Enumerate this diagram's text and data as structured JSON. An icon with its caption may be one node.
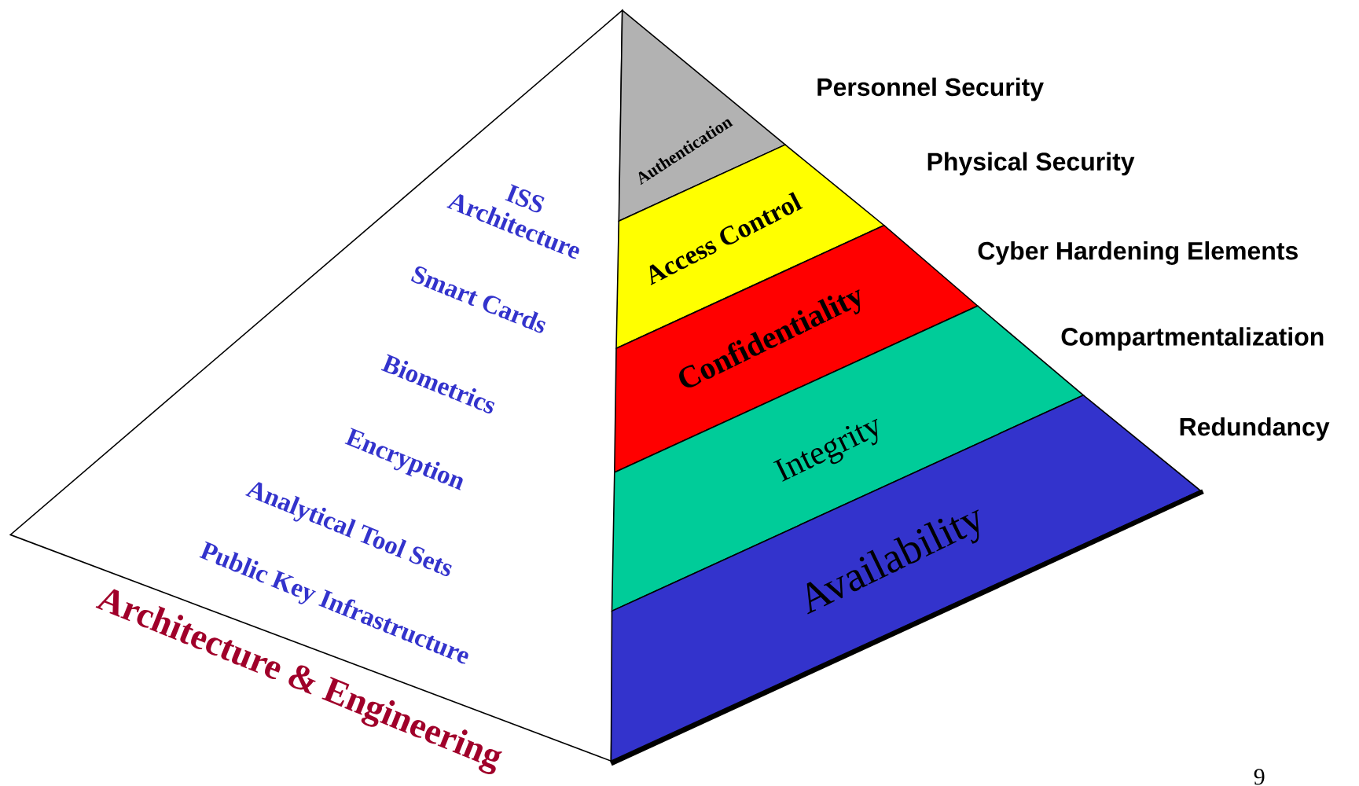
{
  "diagram": {
    "nodes": [
      {
        "text": [
          "ISS Architecture",
          "Smart Cards",
          "Biometrics",
          "Encryption",
          "Analytical Tool Sets",
          "Public Key Infrastructure",
          "Architecture & Engineering"
        ]
      },
      {
        "text": [
          "Authentication"
        ]
      },
      {
        "text": [
          "Access Control"
        ]
      },
      {
        "text": [
          "Confidentiality"
        ]
      },
      {
        "text": [
          "Integrity"
        ]
      },
      {
        "text": [
          "Availability"
        ]
      }
    ],
    "labels": [
      "Personnel Security",
      "Physical Security",
      "Cyber Hardening Elements",
      "Compartmentalization",
      "Redundancy",
      "9"
    ]
  }
}
